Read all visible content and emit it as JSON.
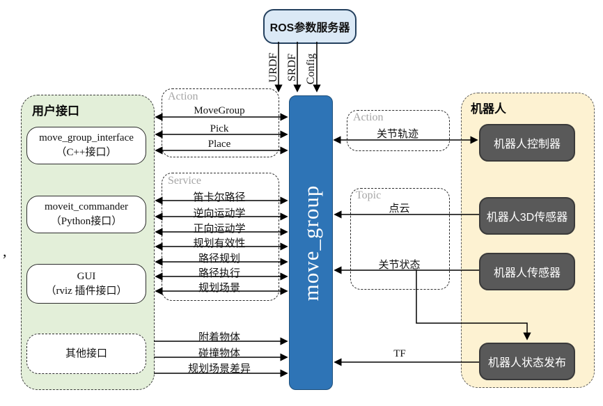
{
  "ros_param_server": {
    "label": "ROS参数服务器"
  },
  "config_labels": [
    "URDF",
    "SRDF",
    "Config"
  ],
  "move_group_label": "move_group",
  "stray_comma": ",",
  "user_interface": {
    "title": "用户接口",
    "boxes": [
      {
        "line1": "move_group_interface",
        "line2": "（C++接口）"
      },
      {
        "line1": "moveit_commander",
        "line2": "（Python接口）"
      },
      {
        "line1": "GUI",
        "line2": "（rviz 插件接口）"
      },
      {
        "line1": "其他接口"
      }
    ]
  },
  "action_left": {
    "title": "Action",
    "arrows": [
      "MoveGroup",
      "Pick",
      "Place"
    ]
  },
  "service": {
    "title": "Service",
    "arrows": [
      "笛卡尔路径",
      "逆向运动学",
      "正向运动学",
      "规划有效性",
      "路径规划",
      "路径执行",
      "规划场景"
    ]
  },
  "planning_scene_arrows": [
    "附着物体",
    "碰撞物体",
    "规划场景差异"
  ],
  "action_right": {
    "title": "Action",
    "arrow_label": "关节轨迹"
  },
  "topic": {
    "title": "Topic",
    "point_cloud_label": "点云",
    "joint_states_label": "关节状态"
  },
  "tf_label": "TF",
  "robot": {
    "title": "机器人",
    "boxes": [
      "机器人控制器",
      "机器人3D传感器",
      "机器人传感器",
      "机器人状态发布"
    ]
  },
  "colors": {
    "move_group_fill": "#2e74b6",
    "user_panel_fill": "#e3efd9",
    "robot_panel_fill": "#fdf2d2",
    "node_fill": "#595959",
    "ros_box_fill": "#dbe9f6"
  }
}
